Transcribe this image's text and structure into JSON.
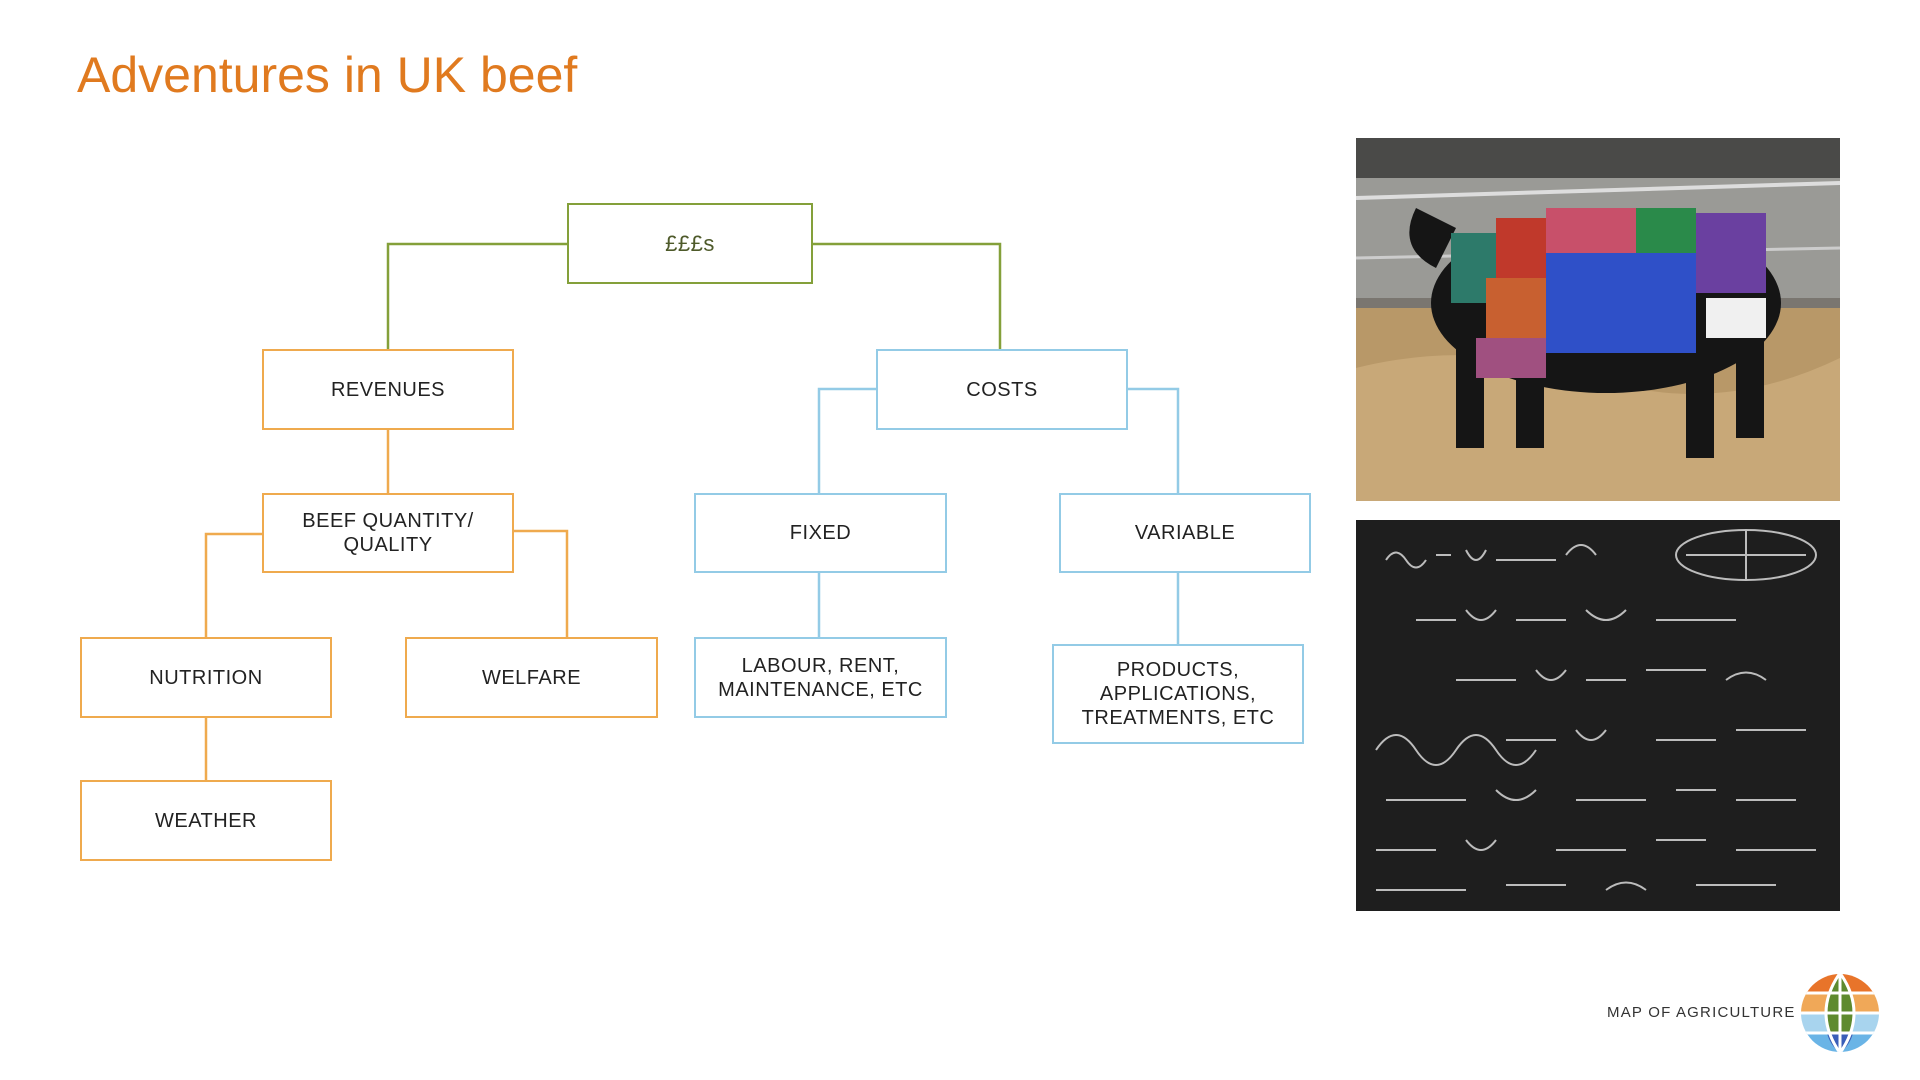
{
  "slide": {
    "title": "Adventures in UK beef"
  },
  "tree": {
    "root": "£££s",
    "revenues": "REVENUES",
    "costs": "COSTS",
    "beef_quantity": "BEEF QUANTITY/ QUALITY",
    "fixed": "FIXED",
    "variable": "VARIABLE",
    "nutrition": "NUTRITION",
    "welfare": "WELFARE",
    "labour": "LABOUR, RENT, MAINTENANCE, ETC",
    "products": "PRODUCTS, APPLICATIONS, TREATMENTS, ETC",
    "weather": "WEATHER"
  },
  "colors": {
    "title": "#E07A1F",
    "root_border": "#84A03A",
    "revenue_border": "#EFAA4E",
    "cost_border": "#93CBE6"
  },
  "footer": {
    "logo_text": "MAP OF AGRICULTURE"
  }
}
